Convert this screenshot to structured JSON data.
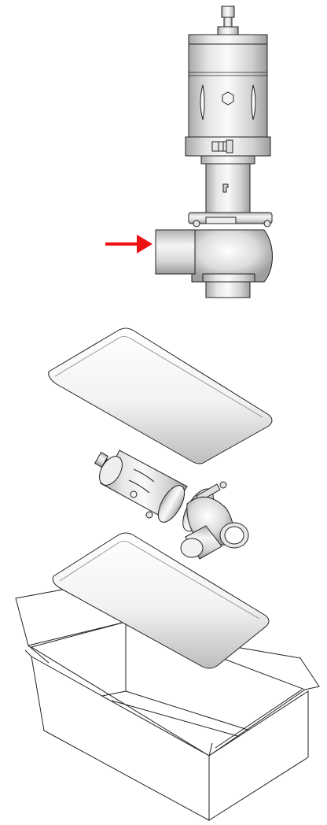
{
  "figure": {
    "background": "#ffffff",
    "arrow_color": "#ee1111",
    "outline_color": "#222222",
    "metal_light": "#f2f2f2",
    "metal_mid": "#d4d4d4",
    "metal_dark": "#a8a8a8",
    "foam_light": "#ffffff",
    "foam_shade": "#cfcfcf"
  },
  "parts": {
    "valve_upright": "valve-assembly",
    "flow_arrow": "flow-direction-arrow",
    "top_foam": "foam-padding-top",
    "valve_lying": "valve-packed",
    "bottom_foam": "foam-padding-bottom",
    "box": "shipping-carton"
  }
}
